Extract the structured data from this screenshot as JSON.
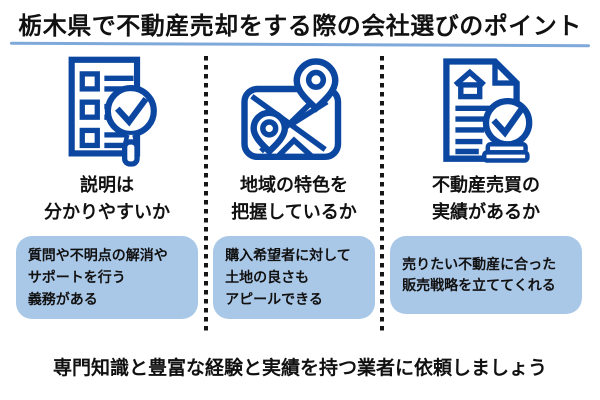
{
  "title": "栃木県で不動産売却をする際の会社選びのポイント",
  "footer": "専門知識と豊富な経験と実績を持つ業者に依頼しましょう",
  "colors": {
    "icon_blue": "#0B47A1",
    "box_blue": "#A9C7E7",
    "underline_blue": "#7FA9D9",
    "divider_black": "#161616",
    "text_black": "#111111"
  },
  "columns": [
    {
      "icon": "checklist-magnifier-icon",
      "heading": "説明は\n分かりやすいか",
      "body": "質問や不明点の解消や\nサポートを行う\n義務がある"
    },
    {
      "icon": "map-pins-icon",
      "heading": "地域の特色を\n把握しているか",
      "body": "購入希望者に対して\n土地の良さも\nアピールできる"
    },
    {
      "icon": "document-check-coins-icon",
      "heading": "不動産売買の\n実績があるか",
      "body": "売りたい不動産に合った\n販売戦略を立ててくれる"
    }
  ]
}
